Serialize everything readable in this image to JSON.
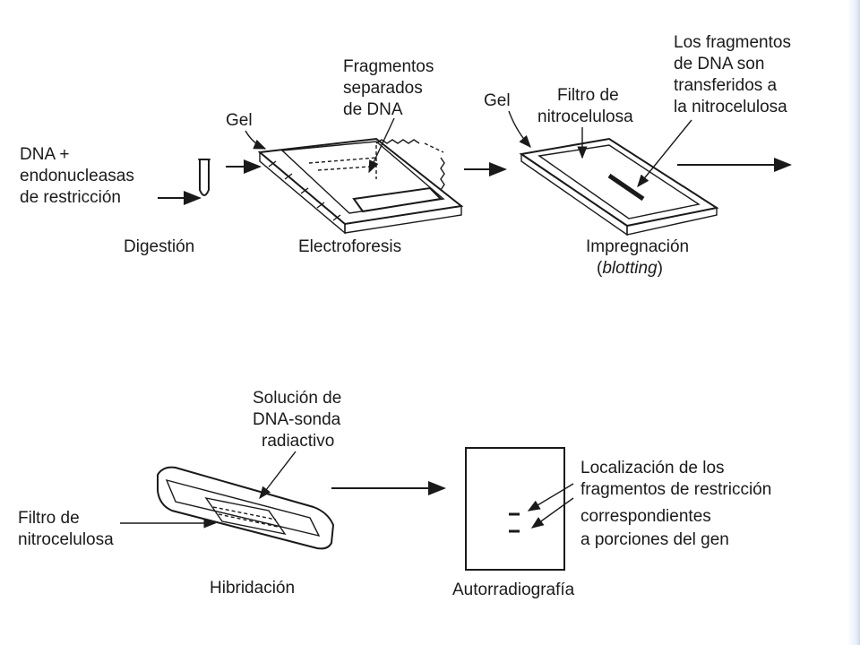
{
  "labels": {
    "dna_line1": "DNA +",
    "dna_line2": "endonucleasas",
    "dna_line3": "de restricción",
    "digestion": "Digestión",
    "gel1": "Gel",
    "frag_line1": "Fragmentos",
    "frag_line2": "separados",
    "frag_line3": "de DNA",
    "electroforesis": "Electroforesis",
    "gel2": "Gel",
    "filtro_line1": "Filtro de",
    "filtro_line2": "nitrocelulosa",
    "transfer_line1": "Los fragmentos",
    "transfer_line2": "de DNA son",
    "transfer_line3": "transferidos a",
    "transfer_line4": "la nitrocelulosa",
    "impregnacion": "Impregnación",
    "blotting_open": "(",
    "blotting": "blotting",
    "blotting_close": ")",
    "solucion_line1": "Solución de",
    "solucion_line2": "DNA-sonda",
    "solucion_line3": "radiactivo",
    "filtro2_line1": "Filtro de",
    "filtro2_line2": "nitrocelulosa",
    "hibridacion": "Hibridación",
    "local_line1": "Localización de los",
    "local_line2": "fragmentos de restricción",
    "local_line3": "correspondientes",
    "local_line4": "a porciones del gen",
    "autorradiografia": "Autorradiografía"
  }
}
